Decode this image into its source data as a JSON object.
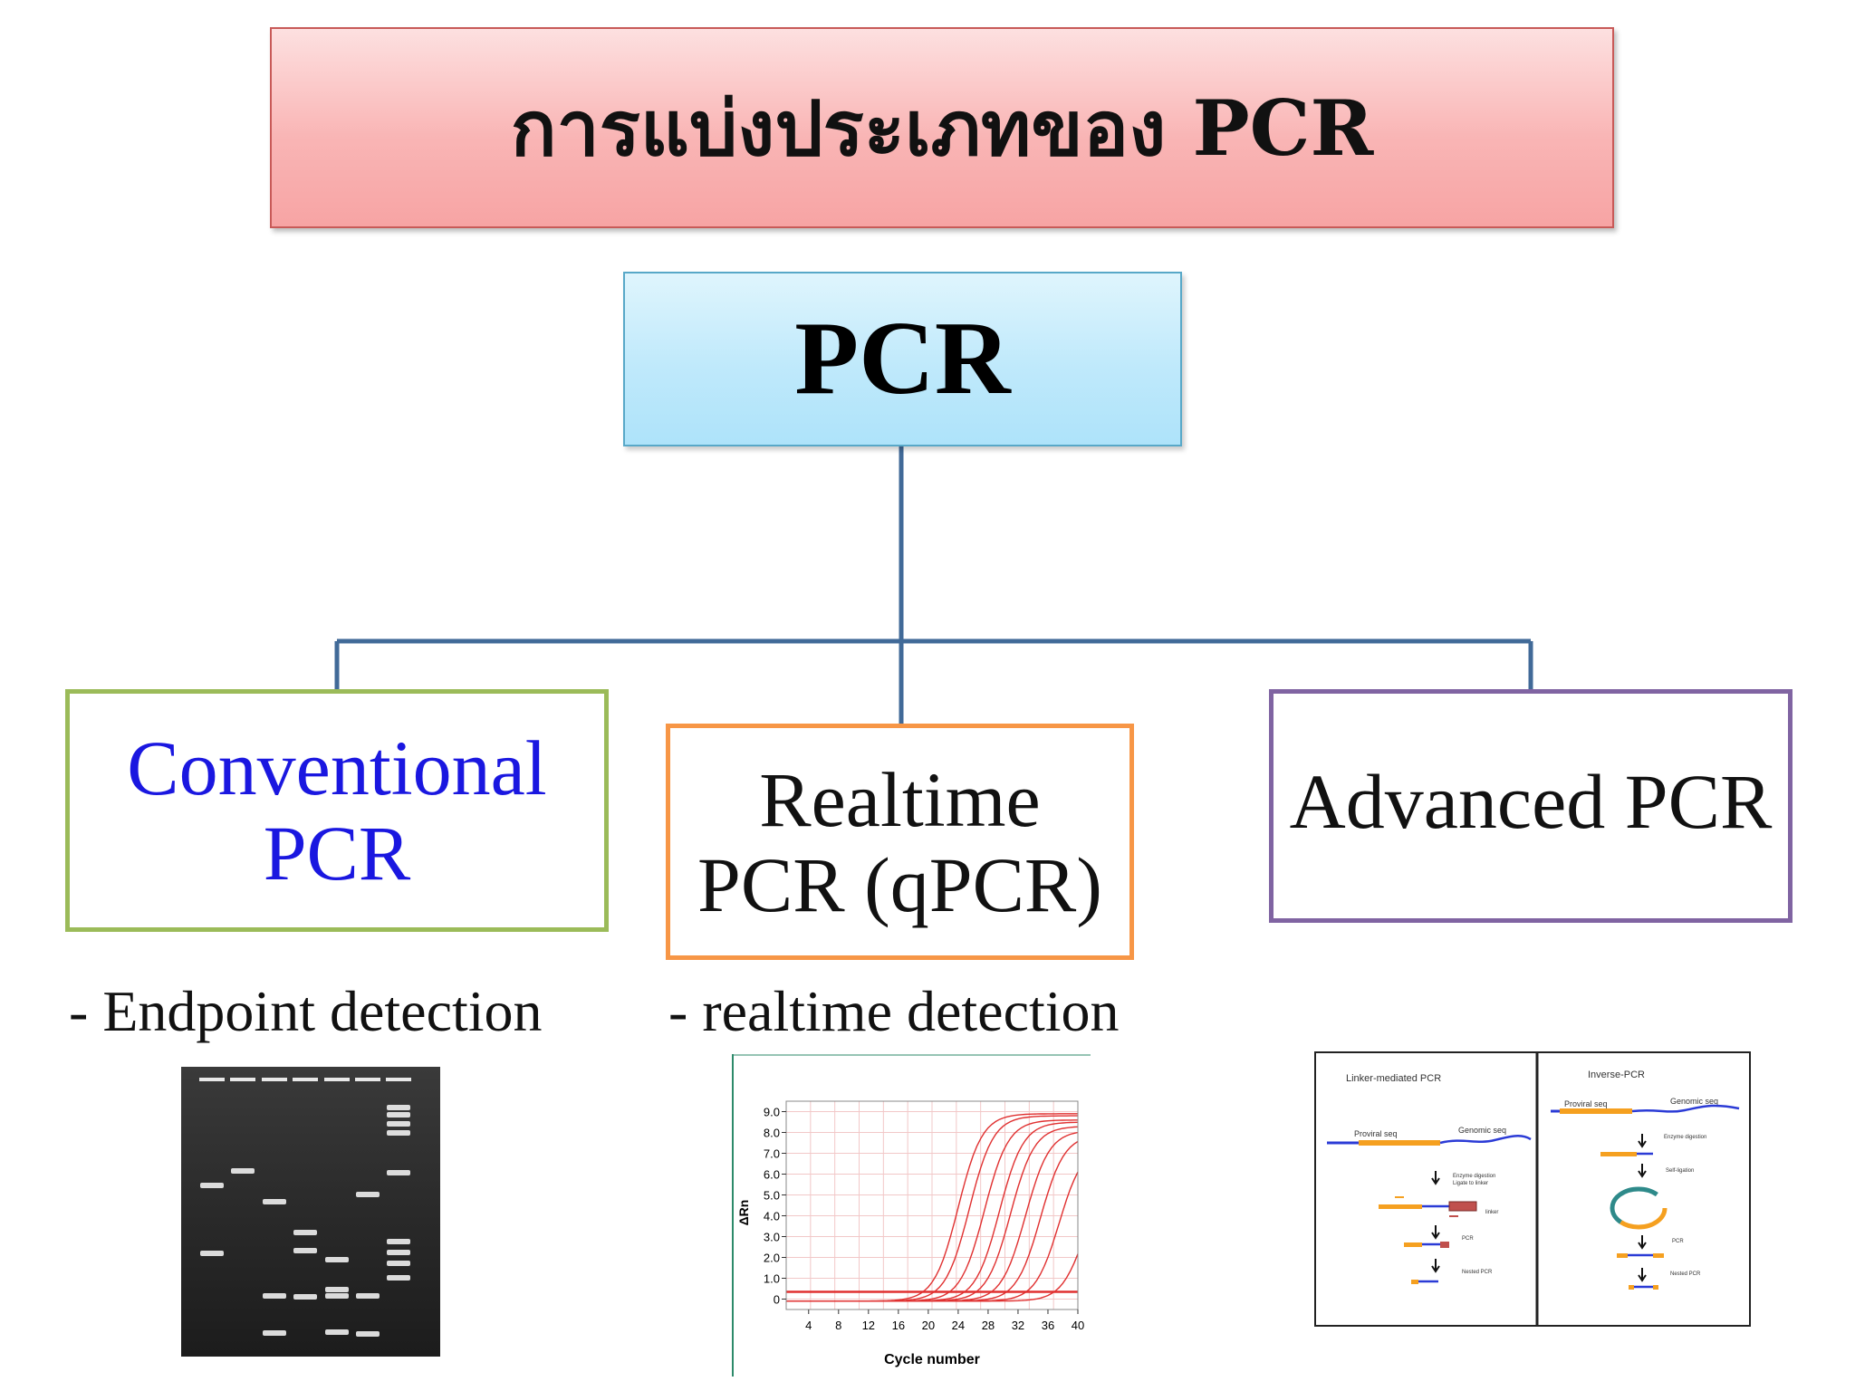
{
  "title": "การแบ่งประเภทของ PCR",
  "root": "PCR",
  "children": [
    {
      "line1": "Conventional",
      "line2": "PCR",
      "caption": "- Endpoint detection"
    },
    {
      "line1": "Realtime",
      "line2": "PCR (qPCR)",
      "caption": "- realtime detection"
    },
    {
      "line1": "Advanced PCR",
      "line2": ""
    }
  ],
  "qpcr_figure": {
    "ylabel": "ΔRn",
    "xlabel": "Cycle number",
    "yticks": [
      "9.0",
      "8.0",
      "7.0",
      "6.0",
      "5.0",
      "4.0",
      "3.0",
      "2.0",
      "1.0",
      "0"
    ],
    "xticks": [
      "4",
      "8",
      "12",
      "16",
      "20",
      "24",
      "28",
      "32",
      "36",
      "40"
    ]
  },
  "advanced_figure": {
    "left_panel": {
      "title": "Linker-mediated PCR",
      "proviral": "Proviral seq",
      "genomic": "Genomic seq",
      "step1": "Enzyme digestion",
      "step1b": "Ligate to linker",
      "linker": "linker",
      "step2": "PCR",
      "step3": "Nested PCR"
    },
    "right_panel": {
      "title": "Inverse-PCR",
      "proviral": "Proviral seq",
      "genomic": "Genomic seq",
      "step1": "Enzyme digestion",
      "step2": "Self-ligation",
      "step3": "PCR",
      "step4": "Nested PCR"
    }
  },
  "colors": {
    "connector": "#416a98",
    "conventional_border": "#9bbb59",
    "realtime_border": "#f79646",
    "advanced_border": "#8064a2",
    "conventional_text": "#1a17e0",
    "curve": "#e03030"
  }
}
